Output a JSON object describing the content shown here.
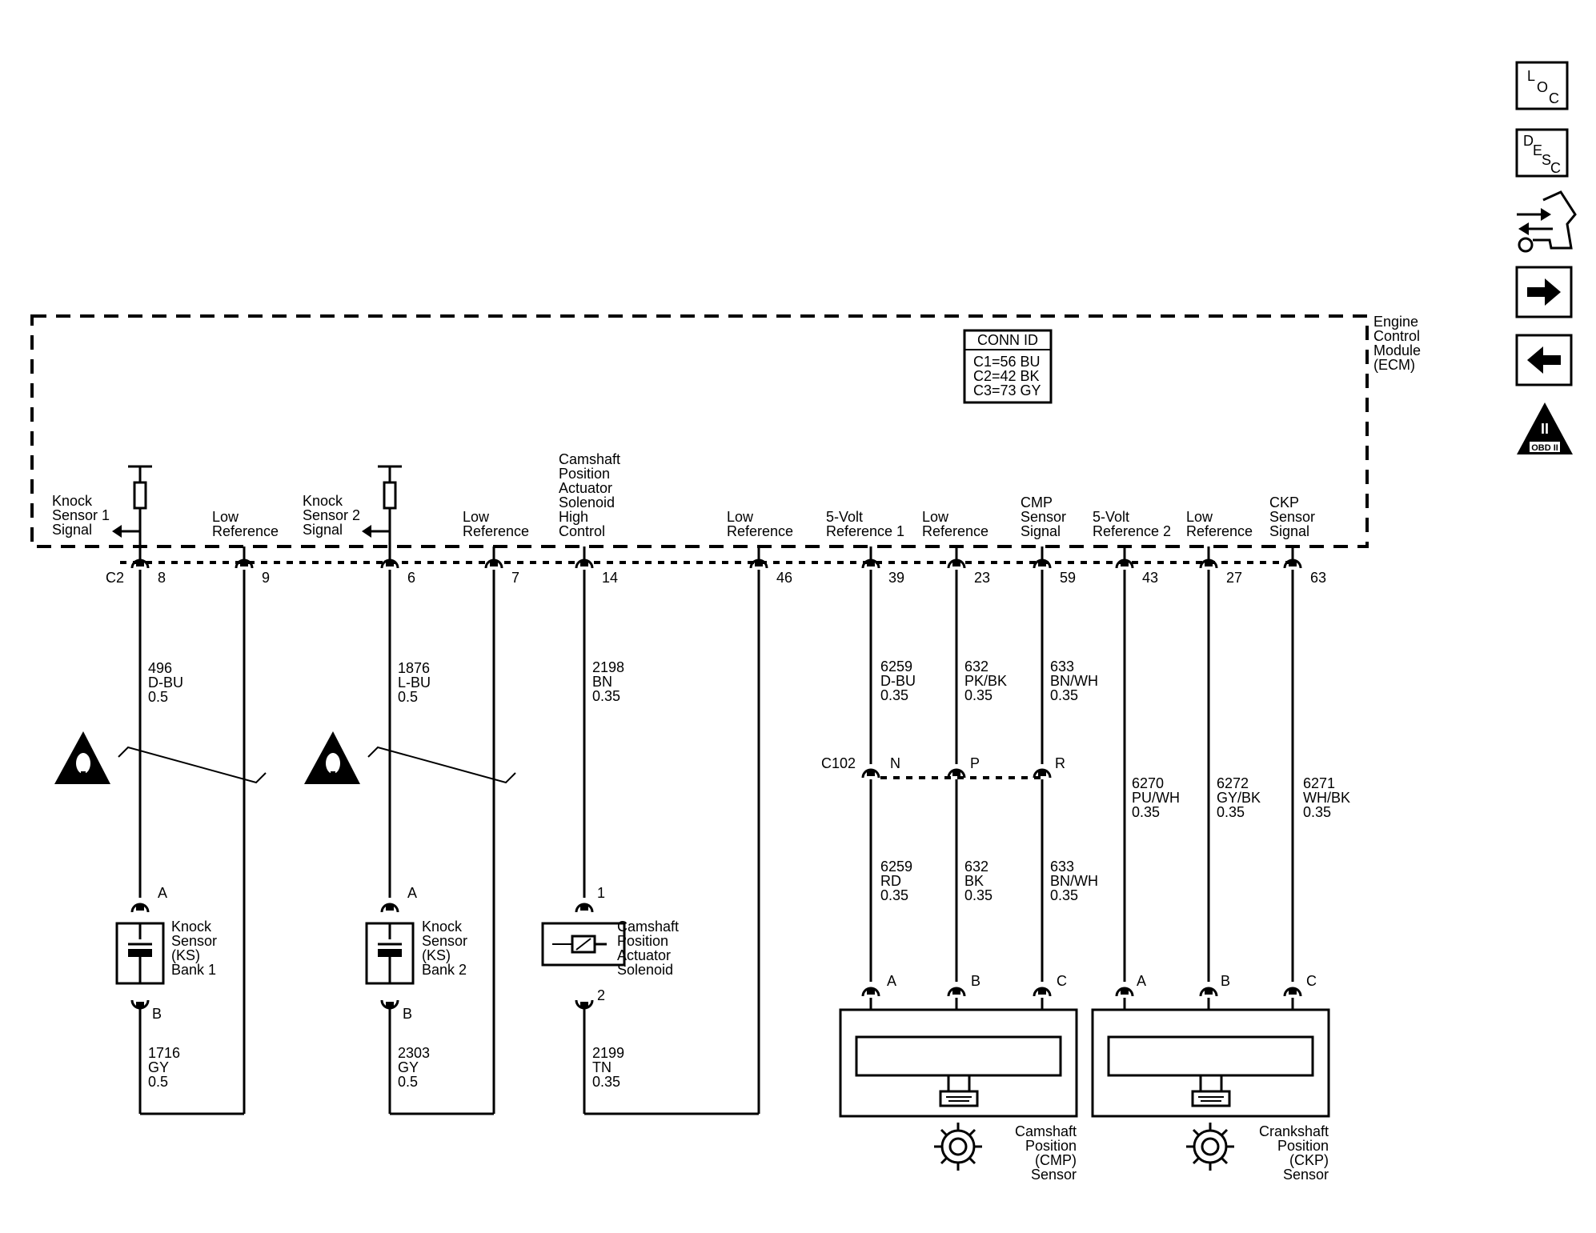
{
  "module": {
    "lines": [
      "Engine",
      "Control",
      "Module",
      "(ECM)"
    ]
  },
  "conn_id": {
    "header": "CONN ID",
    "lines": [
      "C1=56 BU",
      "C2=42 BK",
      "C3=73 GY"
    ]
  },
  "connector_label": "C2",
  "inline_connector_label": "C102",
  "nav_icons": [
    {
      "name": "loc",
      "letters": [
        "L",
        "O",
        "C"
      ]
    },
    {
      "name": "desc",
      "letters": [
        "D",
        "E",
        "S",
        "C"
      ]
    },
    {
      "name": "connector-end-view"
    },
    {
      "name": "next"
    },
    {
      "name": "previous"
    },
    {
      "name": "obd-ii",
      "label_top": "II",
      "label": "OBD II"
    }
  ],
  "pins": [
    {
      "label": [
        "Knock",
        "Sensor 1",
        "Signal"
      ],
      "pin": "8",
      "wire": [
        "496",
        "D-BU",
        "0.5"
      ]
    },
    {
      "label": [
        "Low",
        "Reference"
      ],
      "pin": "9"
    },
    {
      "label": [
        "Knock",
        "Sensor 2",
        "Signal"
      ],
      "pin": "6",
      "wire": [
        "1876",
        "L-BU",
        "0.5"
      ]
    },
    {
      "label": [
        "Low",
        "Reference"
      ],
      "pin": "7"
    },
    {
      "label": [
        "Camshaft",
        "Position",
        "Actuator",
        "Solenoid",
        "High",
        "Control"
      ],
      "pin": "14",
      "wire": [
        "2198",
        "BN",
        "0.35"
      ]
    },
    {
      "label": [
        "Low",
        "Reference"
      ],
      "pin": "46"
    },
    {
      "label": [
        "5-Volt",
        "Reference 1"
      ],
      "pin": "39",
      "wire": [
        "6259",
        "D-BU",
        "0.35"
      ],
      "c102_pin": "N",
      "wire2": [
        "6259",
        "RD",
        "0.35"
      ],
      "sensor_pin": "A"
    },
    {
      "label": [
        "Low",
        "Reference"
      ],
      "pin": "23",
      "wire": [
        "632",
        "PK/BK",
        "0.35"
      ],
      "c102_pin": "P",
      "wire2": [
        "632",
        "BK",
        "0.35"
      ],
      "sensor_pin": "B"
    },
    {
      "label": [
        "CMP",
        "Sensor",
        "Signal"
      ],
      "pin": "59",
      "wire": [
        "633",
        "BN/WH",
        "0.35"
      ],
      "c102_pin": "R",
      "wire2": [
        "633",
        "BN/WH",
        "0.35"
      ],
      "sensor_pin": "C"
    },
    {
      "label": [
        "5-Volt",
        "Reference 2"
      ],
      "pin": "43",
      "wire": [
        "6270",
        "PU/WH",
        "0.35"
      ],
      "sensor_pin": "A"
    },
    {
      "label": [
        "Low",
        "Reference"
      ],
      "pin": "27",
      "wire": [
        "6272",
        "GY/BK",
        "0.35"
      ],
      "sensor_pin": "B"
    },
    {
      "label": [
        "CKP",
        "Sensor",
        "Signal"
      ],
      "pin": "63",
      "wire": [
        "6271",
        "WH/BK",
        "0.35"
      ],
      "sensor_pin": "C"
    }
  ],
  "components": {
    "ks1": {
      "label": [
        "Knock",
        "Sensor",
        "(KS)",
        "Bank 1"
      ],
      "pin_a": "A",
      "pin_b": "B",
      "wire_b": [
        "1716",
        "GY",
        "0.5"
      ]
    },
    "ks2": {
      "label": [
        "Knock",
        "Sensor",
        "(KS)",
        "Bank 2"
      ],
      "pin_a": "A",
      "pin_b": "B",
      "wire_b": [
        "2303",
        "GY",
        "0.5"
      ]
    },
    "solenoid": {
      "label": [
        "Camshaft",
        "Position",
        "Actuator",
        "Solenoid"
      ],
      "pin_1": "1",
      "pin_2": "2",
      "wire_b": [
        "2199",
        "TN",
        "0.35"
      ]
    },
    "cmp": {
      "label": [
        "Camshaft",
        "Position",
        "(CMP)",
        "Sensor"
      ]
    },
    "ckp": {
      "label": [
        "Crankshaft",
        "Position",
        "(CKP)",
        "Sensor"
      ]
    }
  }
}
